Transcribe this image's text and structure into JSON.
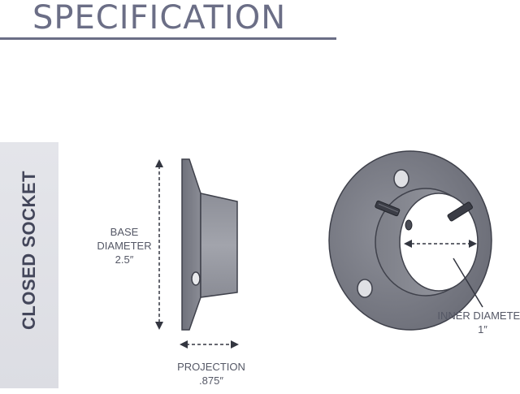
{
  "header": {
    "title": "SPECIFICATION"
  },
  "sidebar": {
    "label": "CLOSED SOCKET"
  },
  "dimensions": {
    "base_label": "BASE",
    "base_label_2": "DIAMETER",
    "base_value": "2.5″",
    "projection_label": "PROJECTION",
    "projection_value": ".875″",
    "inner_label": "INNER DIAMETER",
    "inner_value": "1″"
  },
  "colors": {
    "title": "#6b6e86",
    "metal_dark": "#6a6c76",
    "metal_mid": "#8c8e97",
    "metal_light": "#b4b6bd",
    "label": "#555866"
  }
}
